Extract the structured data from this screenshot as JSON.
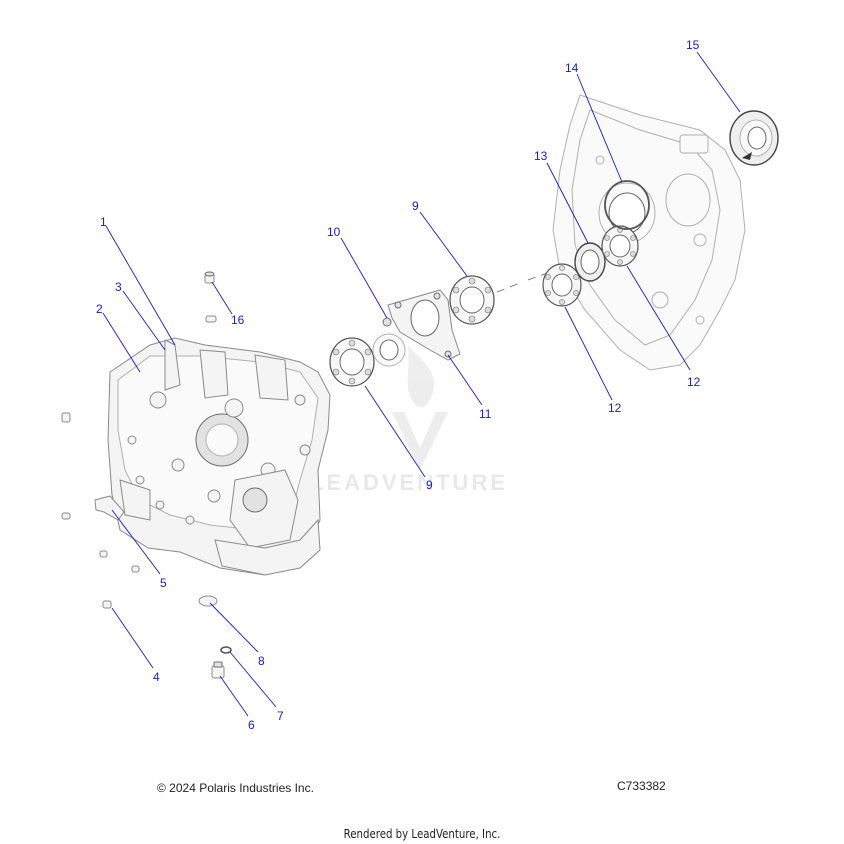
{
  "diagram": {
    "callouts": [
      {
        "label": "1"
      },
      {
        "label": "2"
      },
      {
        "label": "3"
      },
      {
        "label": "4"
      },
      {
        "label": "5"
      },
      {
        "label": "6"
      },
      {
        "label": "7"
      },
      {
        "label": "8"
      },
      {
        "label": "9"
      },
      {
        "label": "9"
      },
      {
        "label": "10"
      },
      {
        "label": "11"
      },
      {
        "label": "12"
      },
      {
        "label": "12"
      },
      {
        "label": "13"
      },
      {
        "label": "14"
      },
      {
        "label": "15"
      },
      {
        "label": "16"
      }
    ],
    "callout_color": "#1a1acc",
    "watermark": "LEADVENTURE"
  },
  "footer": {
    "copyright": "© 2024 Polaris Industries Inc.",
    "diagram_code": "C733382",
    "rendered_by": "Rendered by LeadVenture, Inc."
  }
}
